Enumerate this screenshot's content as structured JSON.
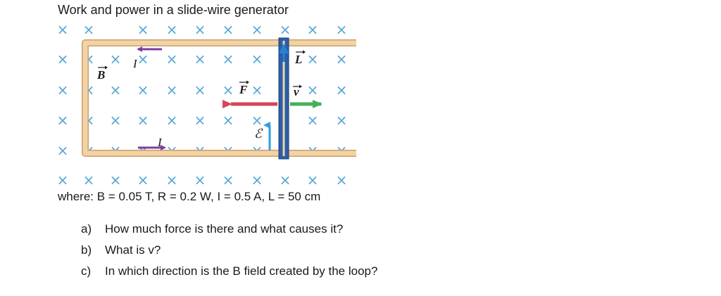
{
  "title": "Work and power in a slide-wire generator",
  "diagram": {
    "labels": {
      "current_top": "I",
      "current_bottom": "I",
      "field": "B",
      "length": "L",
      "force": "F",
      "velocity": "v",
      "emf": "ℰ"
    },
    "field_symbol": "×",
    "colors": {
      "cross": "#55a6d6",
      "rail": "#f2d3a6",
      "rail_edge": "#c9a06b",
      "rod": "#2a5ea8",
      "current_arrow": "#7b3fa0",
      "force_arrow": "#d64558",
      "velocity_arrow": "#44b05a",
      "emf_arrow": "#2e9fe0",
      "length_arrow": "#2a7fd4"
    }
  },
  "given": "where: B = 0.05 T, R = 0.2 W, I = 0.5 A, L = 50 cm",
  "questions": [
    {
      "letter": "a)",
      "text": "How much force is there and what causes it?"
    },
    {
      "letter": "b)",
      "text": "What is v?"
    },
    {
      "letter": "c)",
      "text": "In which direction is the B field created by the loop?"
    }
  ]
}
